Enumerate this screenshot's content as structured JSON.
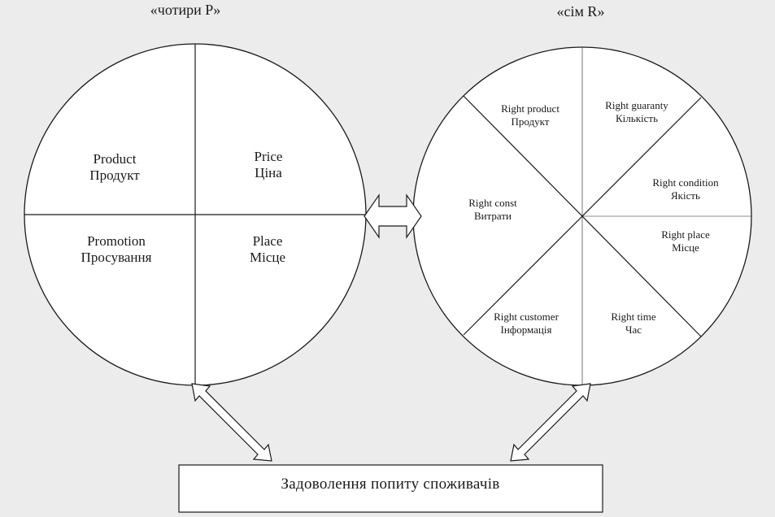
{
  "titles": {
    "left": "«чотири P»",
    "right": "«сім R»"
  },
  "four_p": [
    {
      "en": "Product",
      "uk": "Продукт"
    },
    {
      "en": "Price",
      "uk": "Ціна"
    },
    {
      "en": "Promotion",
      "uk": "Просування"
    },
    {
      "en": "Place",
      "uk": "Місце"
    }
  ],
  "seven_r": [
    {
      "en": "Right product",
      "uk": "Продукт"
    },
    {
      "en": "Right guaranty",
      "uk": "Кількість"
    },
    {
      "en": "Right const",
      "uk": "Витрати"
    },
    {
      "en": "Right condition",
      "uk": "Якість"
    },
    {
      "en": "Right place",
      "uk": "Місце"
    },
    {
      "en": "Right customer",
      "uk": "Інформація"
    },
    {
      "en": "Right time",
      "uk": "Час"
    }
  ],
  "result_box": "Задоволення попиту споживачів",
  "colors": {
    "background": "#ececec",
    "line": "#1a1a1a",
    "fill": "#ffffff"
  }
}
